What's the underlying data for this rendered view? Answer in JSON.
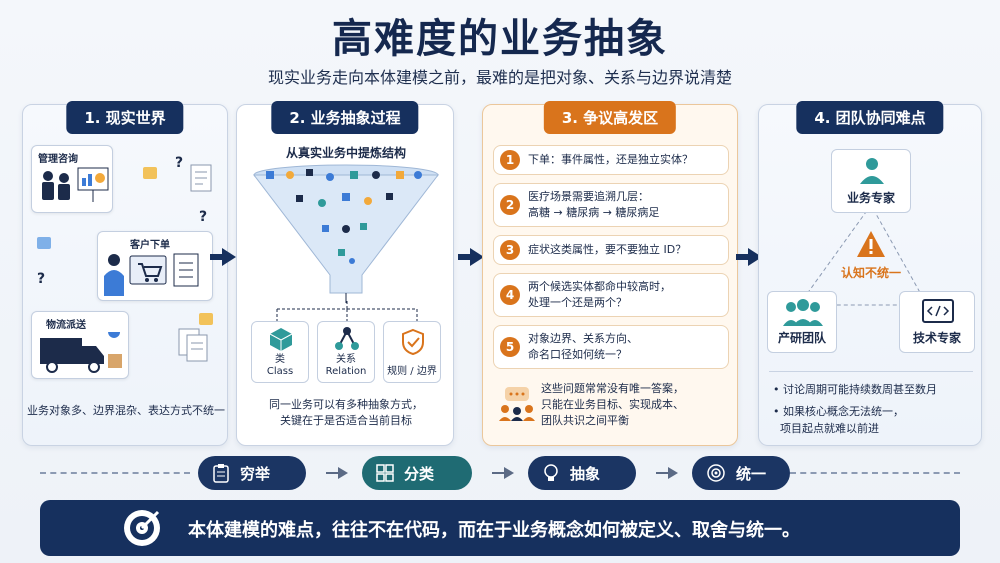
{
  "title": "高难度的业务抽象",
  "subtitle": "现实业务走向本体建模之前，最难的是把对象、关系与边界说清楚",
  "panel1": {
    "heading": "1. 现实世界",
    "cards": [
      "管理咨询",
      "客户下单",
      "物流派送"
    ],
    "caption": "业务对象多、边界混杂、表达方式不统一"
  },
  "panel2": {
    "heading": "2. 业务抽象过程",
    "funnel_label": "从真实业务中提炼结构",
    "outputs": [
      {
        "line1": "类",
        "line2": "Class",
        "icon": "cube-icon"
      },
      {
        "line1": "关系",
        "line2": "Relation",
        "icon": "network-icon"
      },
      {
        "line1": "规则 / 边界",
        "line2": "",
        "icon": "shield-check-icon"
      }
    ],
    "caption_1": "同一业务可以有多种抽象方式，",
    "caption_2": "关键在于是否适合当前目标"
  },
  "panel3": {
    "heading": "3. 争议高发区",
    "items": [
      {
        "num": "1",
        "line1": "下单：事件属性，还是独立实体？",
        "line2": ""
      },
      {
        "num": "2",
        "line1": "医疗场景需要追溯几层：",
        "line2": "高糖 → 糖尿病 → 糖尿病足"
      },
      {
        "num": "3",
        "line1": "症状这类属性，要不要独立 ID？",
        "line2": ""
      },
      {
        "num": "4",
        "line1": "两个候选实体都命中较高时，",
        "line2": "处理一个还是两个？"
      },
      {
        "num": "5",
        "line1": "对象边界、关系方向、",
        "line2": "命名口径如何统一？"
      }
    ],
    "note_1": "这些问题常常没有唯一答案，",
    "note_2": "只能在业务目标、实现成本、",
    "note_3": "团队共识之间平衡"
  },
  "panel4": {
    "heading": "4. 团队协同难点",
    "roles": {
      "top": "业务专家",
      "left": "产研团队",
      "right": "技术专家"
    },
    "warning": "认知不统一",
    "bullet_1": "讨论周期可能持续数周甚至数月",
    "bullet_2a": "如果核心概念无法统一，",
    "bullet_2b": "项目起点就难以前进"
  },
  "steps": [
    {
      "label": "穷举",
      "color": "#1b3563",
      "icon": "clipboard-icon"
    },
    {
      "label": "分类",
      "color": "#1f6b73",
      "icon": "grid-icon"
    },
    {
      "label": "抽象",
      "color": "#1b3563",
      "icon": "bulb-icon"
    },
    {
      "label": "统一",
      "color": "#1b3563",
      "icon": "target-icon"
    }
  ],
  "bottom": "本体建模的难点，往往不在代码，而在于业务概念如何被定义、取舍与统一。",
  "colors": {
    "navy": "#16305e",
    "orange": "#d9741c",
    "teal": "#1f6b73"
  }
}
